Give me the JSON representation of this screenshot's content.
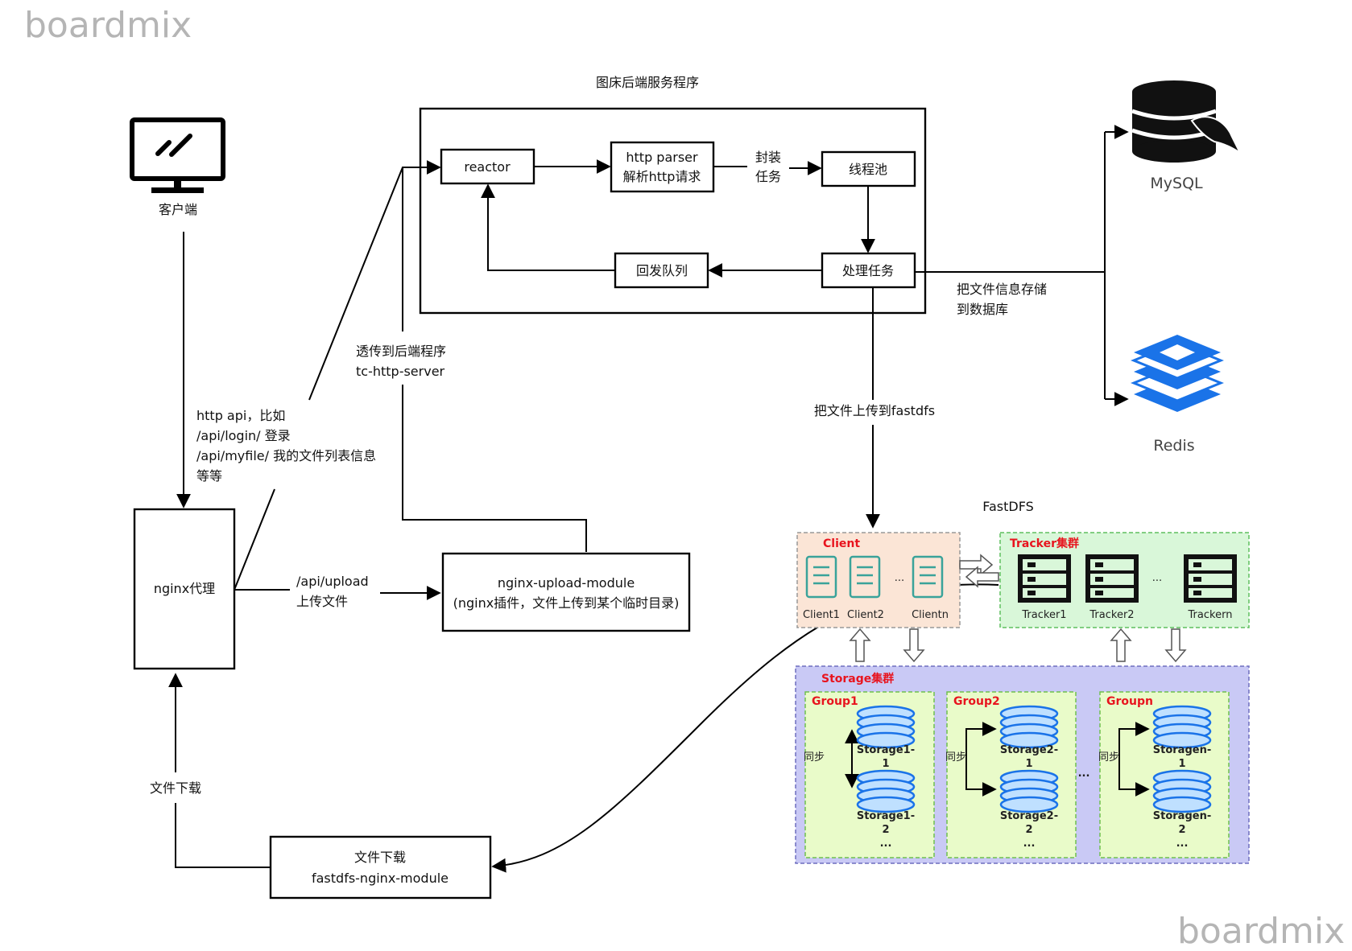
{
  "watermark": {
    "top_left": "boardmix",
    "bottom_right": "boardmix"
  },
  "service": {
    "title": "图床后端服务程序",
    "reactor": "reactor",
    "http_parser": [
      "http parser",
      "解析http请求"
    ],
    "encapsulate": [
      "封装",
      "任务"
    ],
    "thread_pool": "线程池",
    "process_task": "处理任务",
    "reply_queue": "回发队列"
  },
  "client": {
    "label": "客户端"
  },
  "nginx": {
    "label": "nginx代理"
  },
  "http_api_note": [
    "http api，比如",
    "/api/login/   登录",
    "/api/myfile/  我的文件列表信息",
    "等等"
  ],
  "passthrough": [
    "透传到后端程序",
    "tc-http-server"
  ],
  "upload": {
    "route": [
      "/api/upload",
      "上传文件"
    ],
    "module": [
      "nginx-upload-module",
      "(nginx插件，文件上传到某个临时目录)"
    ]
  },
  "download": {
    "label": "文件下载",
    "module": [
      "文件下载",
      "fastdfs-nginx-module"
    ]
  },
  "db_note": [
    "把文件信息存储",
    "到数据库"
  ],
  "upload_fastdfs": "把文件上传到fastdfs",
  "mysql": {
    "label": "MySQL"
  },
  "redis": {
    "label": "Redis"
  },
  "fastdfs": {
    "title": "FastDFS",
    "client_group": {
      "title": "Client",
      "items": [
        "Client1",
        "Client2",
        "Clientn"
      ],
      "ellipsis": "..."
    },
    "tracker_group": {
      "title": "Tracker集群",
      "items": [
        "Tracker1",
        "Tracker2",
        "Trackern"
      ],
      "ellipsis": "..."
    },
    "storage_group": {
      "title": "Storage集群",
      "groups": [
        {
          "title": "Group1",
          "sync": "同步",
          "s1": [
            "Storage1-",
            "1"
          ],
          "s2": [
            "Storage1-",
            "2"
          ],
          "more": "..."
        },
        {
          "title": "Group2",
          "sync": "同步",
          "s1": [
            "Storage2-",
            "1"
          ],
          "s2": [
            "Storage2-",
            "2"
          ],
          "more": "..."
        },
        {
          "title": "Groupn",
          "sync": "同步",
          "s1": [
            "Storagen-",
            "1"
          ],
          "s2": [
            "Storagen-",
            "2"
          ],
          "more": "..."
        }
      ],
      "ellipsis": "..."
    }
  },
  "colors": {
    "client_fill": "#fbe5d6",
    "client_stroke": "#f0a070",
    "tracker_fill": "#d9f7d9",
    "tracker_stroke": "#5fbf5f",
    "storage_fill": "#c9c9f5",
    "storage_stroke": "#6e6ebf",
    "group_fill": "#e9fbc9",
    "group_stroke": "#6fbf4f",
    "disk_fill": "#bfe0ff",
    "disk_stroke": "#1a73e8",
    "redis_blue": "#1a73e8",
    "accent_red": "#e8141e"
  }
}
